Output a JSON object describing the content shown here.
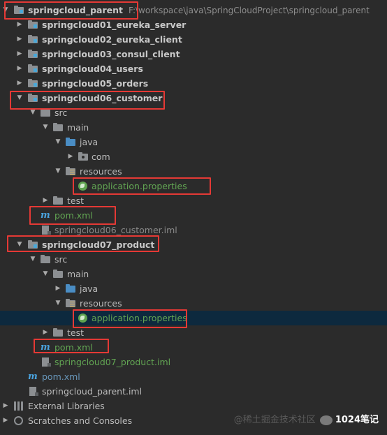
{
  "tree": {
    "root": {
      "label": "springcloud_parent",
      "path": "F:\\workspace\\java\\SpringCloudProject\\springcloud_parent"
    },
    "modules": [
      "springcloud01_eureka_server",
      "springcloud02_eureka_client",
      "springcloud03_consul_client",
      "springcloud04_users",
      "springcloud05_orders"
    ],
    "customer": {
      "label": "springcloud06_customer",
      "src": "src",
      "main": "main",
      "java": "java",
      "com": "com",
      "resources": "resources",
      "properties": "application.properties",
      "test": "test",
      "pom": "pom.xml",
      "iml": "springcloud06_customer.iml"
    },
    "product": {
      "label": "springcloud07_product",
      "src": "src",
      "main": "main",
      "java": "java",
      "resources": "resources",
      "properties": "application.properties",
      "test": "test",
      "pom": "pom.xml",
      "iml": "springcloud07_product.iml"
    },
    "root_pom": "pom.xml",
    "root_iml": "springcloud_parent.iml",
    "external_libraries": "External Libraries",
    "scratches": "Scratches and Consoles"
  },
  "watermark": {
    "faint": "@稀土掘金技术社区",
    "label": "1024笔记"
  },
  "colors": {
    "highlight": "#e53935",
    "selection": "#0d293e",
    "background": "#2b2b2b"
  }
}
